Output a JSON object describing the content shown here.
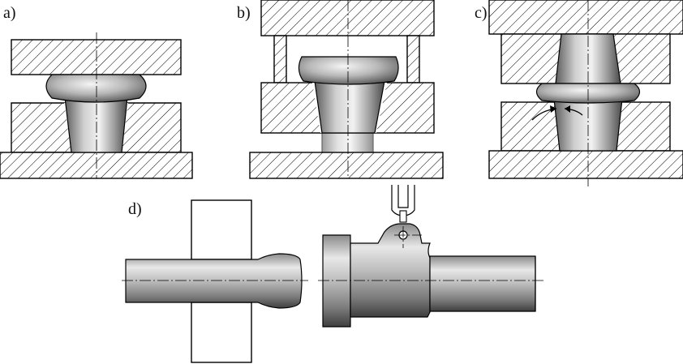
{
  "panels": {
    "a": {
      "label": "a)"
    },
    "b": {
      "label": "b)"
    },
    "c": {
      "label": "c)"
    },
    "d": {
      "label": "d)"
    }
  }
}
